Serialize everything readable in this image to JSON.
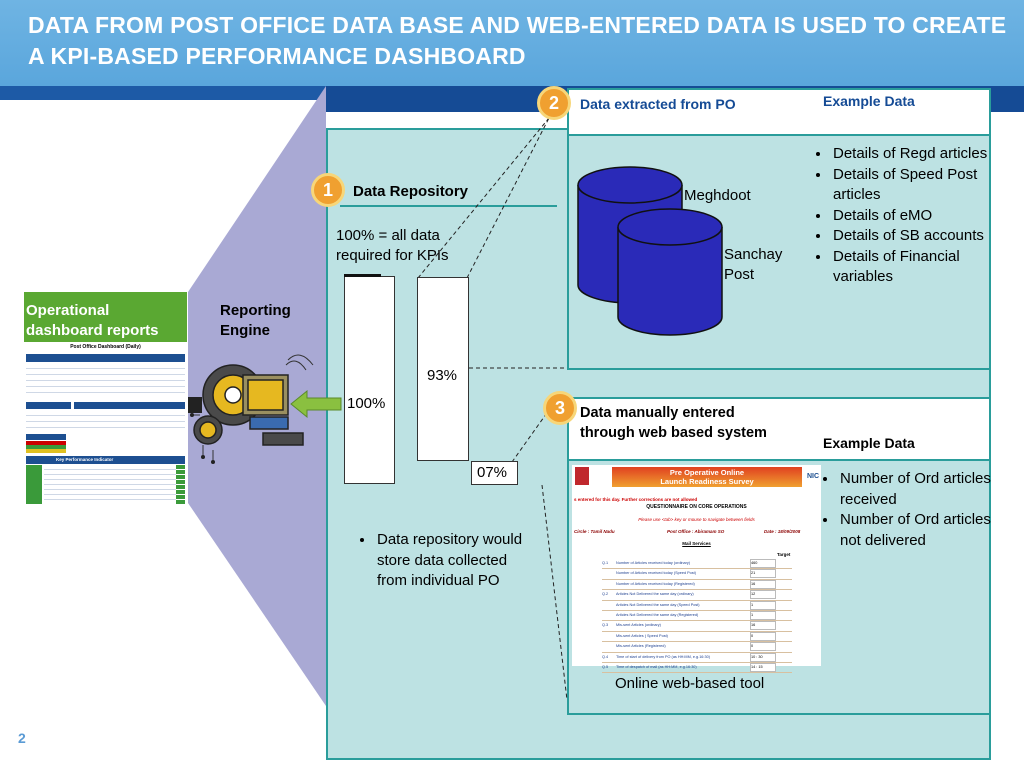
{
  "slide": {
    "title": "DATA FROM POST OFFICE DATA BASE AND WEB-ENTERED DATA IS USED TO CREATE A KPI-BASED PERFORMANCE DASHBOARD",
    "number": "2"
  },
  "operational": {
    "label": "Operational dashboard reports",
    "dashboard_title": "Post Office Dashboard (Daily)",
    "kpi_header": "Key Performance Indicator"
  },
  "reporting_engine": {
    "label": "Reporting Engine"
  },
  "step1": {
    "number": "1",
    "title": "Data Repository",
    "kpi_note": "100% = all data required for KPIs",
    "bar1_label": "100%",
    "bar2_label": "93%",
    "bar3_label": "07%",
    "bullets": [
      "Data repository would store data collected from individual PO"
    ]
  },
  "step2": {
    "number": "2",
    "title": "Data extracted from PO",
    "example_heading": "Example Data",
    "db1": "Meghdoot",
    "db2": "Sanchay Post",
    "bullets": [
      "Details of Regd articles",
      "Details of Speed Post articles",
      "Details of eMO",
      "Details of SB accounts",
      "Details of Financial variables"
    ]
  },
  "step3": {
    "number": "3",
    "title": "Data manually entered through web based system",
    "example_heading": "Example Data",
    "tool_caption": "Online web-based tool",
    "bullets": [
      "Number of Ord articles received",
      "Number of Ord articles not delivered"
    ],
    "survey": {
      "title_line1": "Pre Operative Online",
      "title_line2": "Launch Readiness Survey",
      "brand": "NIC",
      "notice": "s entered for this day. Further corrections are not allowed",
      "section": "QUESTIONNAIRE ON CORE OPERATIONS",
      "hint": "Please use <tab> key or mouse to navigate between fields",
      "circle": "Circle : Tamil Nadu",
      "post_office": "Post Office : Abiramam SO",
      "date": "Date : 18/09/2008",
      "subsection": "Mail Services",
      "target_header": "Target",
      "rows": [
        {
          "q": "Q.1",
          "text": "Number of Articles received today (ordinary)",
          "val": "460"
        },
        {
          "q": "",
          "text": "Number of Articles received today (Speed Post)",
          "val": "21"
        },
        {
          "q": "",
          "text": "Number of Articles received today (Registered)",
          "val": "16"
        },
        {
          "q": "Q.2",
          "text": "Articles Not Delivered the same day (ordinary)",
          "val": "12"
        },
        {
          "q": "",
          "text": "Articles Not Delivered the same day (Speed Post)",
          "val": "1"
        },
        {
          "q": "",
          "text": "Articles Not Delivered the same day (Registered)",
          "val": "1"
        },
        {
          "q": "Q.3",
          "text": "Mis-sent Articles (ordinary)",
          "val": "16"
        },
        {
          "q": "",
          "text": "Mis-sent Articles ( Speed Post)",
          "val": "0"
        },
        {
          "q": "",
          "text": "Mis-sent Articles (Registered)",
          "val": "0"
        },
        {
          "q": "Q.4",
          "text": "Time of start of delivery from PO (as HH:MM, e.g.16:30)",
          "val": "10 : 30"
        },
        {
          "q": "Q.5",
          "text": "Time of despatch of mail (as HH:MM, e.g.16:30)",
          "val": "14 : 15"
        }
      ]
    }
  },
  "colors": {
    "title_bar": "#5aa6dc",
    "stripe": "#1d5aa6",
    "panel_fill": "#bde2e3",
    "panel_border": "#2a9d9b",
    "badge": "#f0a030",
    "funnel": "#a9a9d4",
    "database": "#2a2ab8",
    "operational_green": "#5aa832"
  }
}
